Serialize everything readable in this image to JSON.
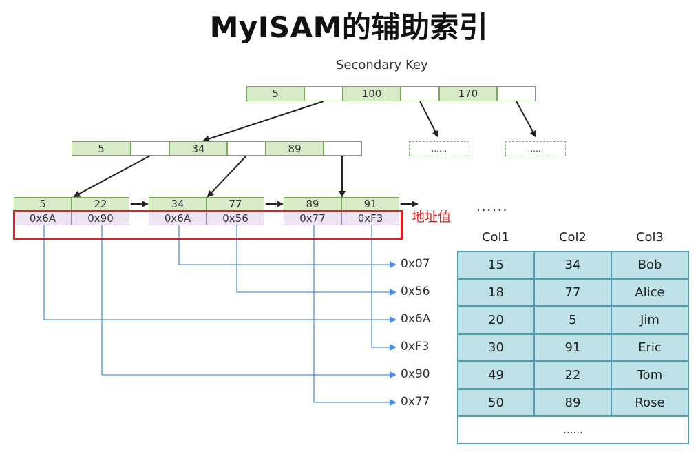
{
  "title": "MyISAM的辅助索引",
  "secondary_key_label": "Secondary Key",
  "root_keys": [
    "5",
    "100",
    "170"
  ],
  "level2_keys": [
    "5",
    "34",
    "89"
  ],
  "placeholder": "......",
  "leaf_keys": [
    "5",
    "22",
    "34",
    "77",
    "89",
    "91"
  ],
  "leaf_addrs": [
    "0x6A",
    "0x90",
    "0x6A",
    "0x56",
    "0x77",
    "0xF3"
  ],
  "more_leaves": "......",
  "addr_value_label": "地址值",
  "row_addresses": [
    "0x07",
    "0x56",
    "0x6A",
    "0xF3",
    "0x90",
    "0x77"
  ],
  "table": {
    "headers": [
      "Col1",
      "Col2",
      "Col3"
    ],
    "rows": [
      [
        "15",
        "34",
        "Bob"
      ],
      [
        "18",
        "77",
        "Alice"
      ],
      [
        "20",
        "5",
        "Jim"
      ],
      [
        "30",
        "91",
        "Eric"
      ],
      [
        "49",
        "22",
        "Tom"
      ],
      [
        "50",
        "89",
        "Rose"
      ]
    ],
    "more": "......"
  },
  "colors": {
    "node_fill": "#d8ebc9",
    "node_border": "#7aa85a",
    "addr_fill": "#ece4f1",
    "table_fill": "#bfe1e8",
    "table_border": "#4f9fb0",
    "link_color": "#4a90e2",
    "highlight": "#e02020"
  }
}
